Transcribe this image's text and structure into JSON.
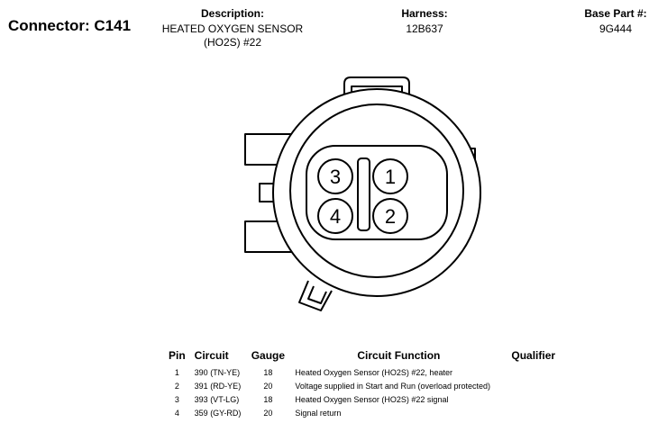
{
  "connector": {
    "title": "Connector: C141"
  },
  "description": {
    "label": "Description:",
    "line1": "HEATED OXYGEN SENSOR",
    "line2": "(HO2S) #22"
  },
  "harness": {
    "label": "Harness:",
    "value": "12B637"
  },
  "base_part": {
    "label": "Base Part #:",
    "value": "9G444"
  },
  "diagram": {
    "pin_labels": [
      "3",
      "1",
      "4",
      "2"
    ]
  },
  "pin_table": {
    "headers": {
      "pin": "Pin",
      "circuit": "Circuit",
      "gauge": "Gauge",
      "function": "Circuit Function",
      "qualifier": "Qualifier"
    },
    "rows": [
      {
        "pin": "1",
        "circuit": "390 (TN-YE)",
        "gauge": "18",
        "function": "Heated Oxygen Sensor (HO2S) #22, heater",
        "qualifier": ""
      },
      {
        "pin": "2",
        "circuit": "391 (RD-YE)",
        "gauge": "20",
        "function": "Voltage supplied in Start and Run (overload protected)",
        "qualifier": ""
      },
      {
        "pin": "3",
        "circuit": "393 (VT-LG)",
        "gauge": "18",
        "function": "Heated Oxygen Sensor (HO2S) #22 signal",
        "qualifier": ""
      },
      {
        "pin": "4",
        "circuit": "359 (GY-RD)",
        "gauge": "20",
        "function": "Signal return",
        "qualifier": ""
      }
    ]
  }
}
